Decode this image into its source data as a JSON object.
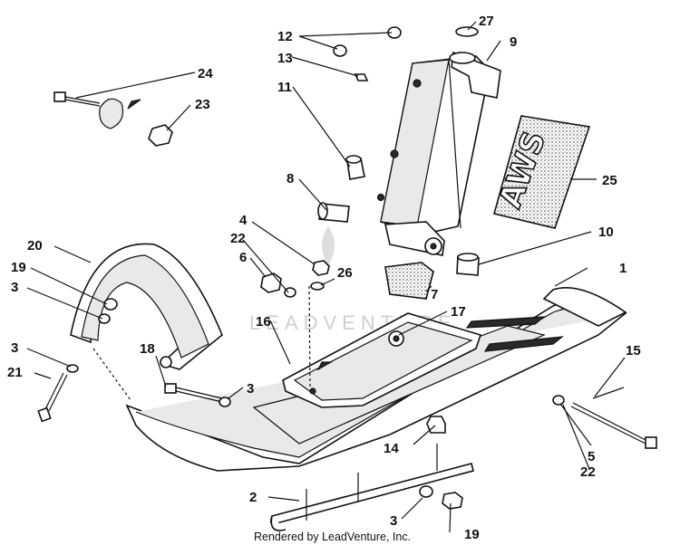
{
  "diagram": {
    "callouts": [
      {
        "id": "c1",
        "label": "1"
      },
      {
        "id": "c2",
        "label": "2"
      },
      {
        "id": "c3a",
        "label": "3"
      },
      {
        "id": "c3b",
        "label": "3"
      },
      {
        "id": "c3c",
        "label": "3"
      },
      {
        "id": "c3d",
        "label": "3"
      },
      {
        "id": "c4",
        "label": "4"
      },
      {
        "id": "c5",
        "label": "5"
      },
      {
        "id": "c6",
        "label": "6"
      },
      {
        "id": "c7",
        "label": "7"
      },
      {
        "id": "c8",
        "label": "8"
      },
      {
        "id": "c9",
        "label": "9"
      },
      {
        "id": "c10",
        "label": "10"
      },
      {
        "id": "c11",
        "label": "11"
      },
      {
        "id": "c12",
        "label": "12"
      },
      {
        "id": "c13",
        "label": "13"
      },
      {
        "id": "c14",
        "label": "14"
      },
      {
        "id": "c15",
        "label": "15"
      },
      {
        "id": "c16",
        "label": "16"
      },
      {
        "id": "c17",
        "label": "17"
      },
      {
        "id": "c18",
        "label": "18"
      },
      {
        "id": "c19a",
        "label": "19"
      },
      {
        "id": "c19b",
        "label": "19"
      },
      {
        "id": "c20",
        "label": "20"
      },
      {
        "id": "c21",
        "label": "21"
      },
      {
        "id": "c22a",
        "label": "22"
      },
      {
        "id": "c22b",
        "label": "22"
      },
      {
        "id": "c23",
        "label": "23"
      },
      {
        "id": "c24",
        "label": "24"
      },
      {
        "id": "c25",
        "label": "25"
      },
      {
        "id": "c26",
        "label": "26"
      },
      {
        "id": "c27",
        "label": "27"
      }
    ],
    "decal_text": "AWS",
    "watermark": "LEADVENTURE",
    "credit": "Rendered by LeadVenture, Inc."
  }
}
